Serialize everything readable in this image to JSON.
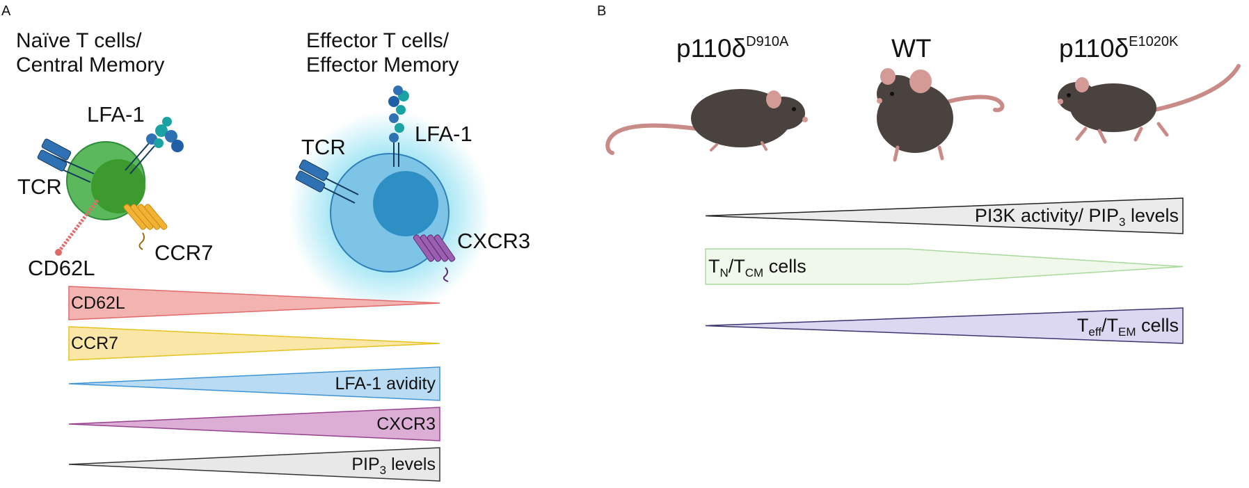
{
  "panel_a": {
    "letter": "A",
    "naive_title_line1": "Naïve  T cells/",
    "naive_title_line2": "Central Memory",
    "effector_title_line1": "Effector T cells/",
    "effector_title_line2": "Effector Memory",
    "naive_labels": {
      "lfa1": "LFA-1",
      "tcr": "TCR",
      "ccr7": "CCR7",
      "cd62l": "CD62L"
    },
    "effector_labels": {
      "tcr": "TCR",
      "lfa1": "LFA-1",
      "cxcr3": "CXCR3"
    },
    "gradients": [
      {
        "label": "CD62L",
        "direction": "decreasing",
        "fill": "#f2b3b1",
        "stroke": "#e06a6a"
      },
      {
        "label": "CCR7",
        "direction": "decreasing",
        "fill": "#fae6a6",
        "stroke": "#e6c21e"
      },
      {
        "label": "LFA-1 avidity",
        "direction": "increasing",
        "fill": "#b9dcf4",
        "stroke": "#3f93d3"
      },
      {
        "label": "CXCR3",
        "direction": "increasing",
        "fill": "#dcaed6",
        "stroke": "#96408e"
      },
      {
        "label": "PIP",
        "sub": "3",
        "suffix": " levels",
        "direction": "increasing",
        "fill": "#e8e8e8",
        "stroke": "#333333"
      }
    ]
  },
  "panel_b": {
    "letter": "B",
    "mice": [
      {
        "base": "p110δ",
        "sup": "D910A"
      },
      {
        "base": "WT",
        "sup": ""
      },
      {
        "base": "p110δ",
        "sup": "E1020K"
      }
    ],
    "gradients": [
      {
        "text1": "PI3K activity/ PIP",
        "sub": "3",
        "text2": " levels",
        "direction": "increasing",
        "fill": "#ebebeb",
        "stroke": "#222222"
      },
      {
        "text1": "T",
        "sub1": "N",
        "text2": "/T",
        "sub2": "CM",
        "text3": " cells",
        "direction": "decreasing",
        "fill": "#eff8ea",
        "stroke": "#a9d99a"
      },
      {
        "text1": "T",
        "sub1": "eff",
        "text2": "/T",
        "sub2": "EM",
        "text3": " cells",
        "direction": "increasing",
        "fill": "#dcd8f1",
        "stroke": "#3a3570"
      }
    ]
  },
  "colors": {
    "naive_cell": "#5cb85c",
    "naive_nucleus": "#3c9a2e",
    "effector_cell": "#7ec4e6",
    "effector_nucleus": "#2d8fc4",
    "mouse_body": "#4a423f",
    "mouse_ear": "#d39a96"
  }
}
